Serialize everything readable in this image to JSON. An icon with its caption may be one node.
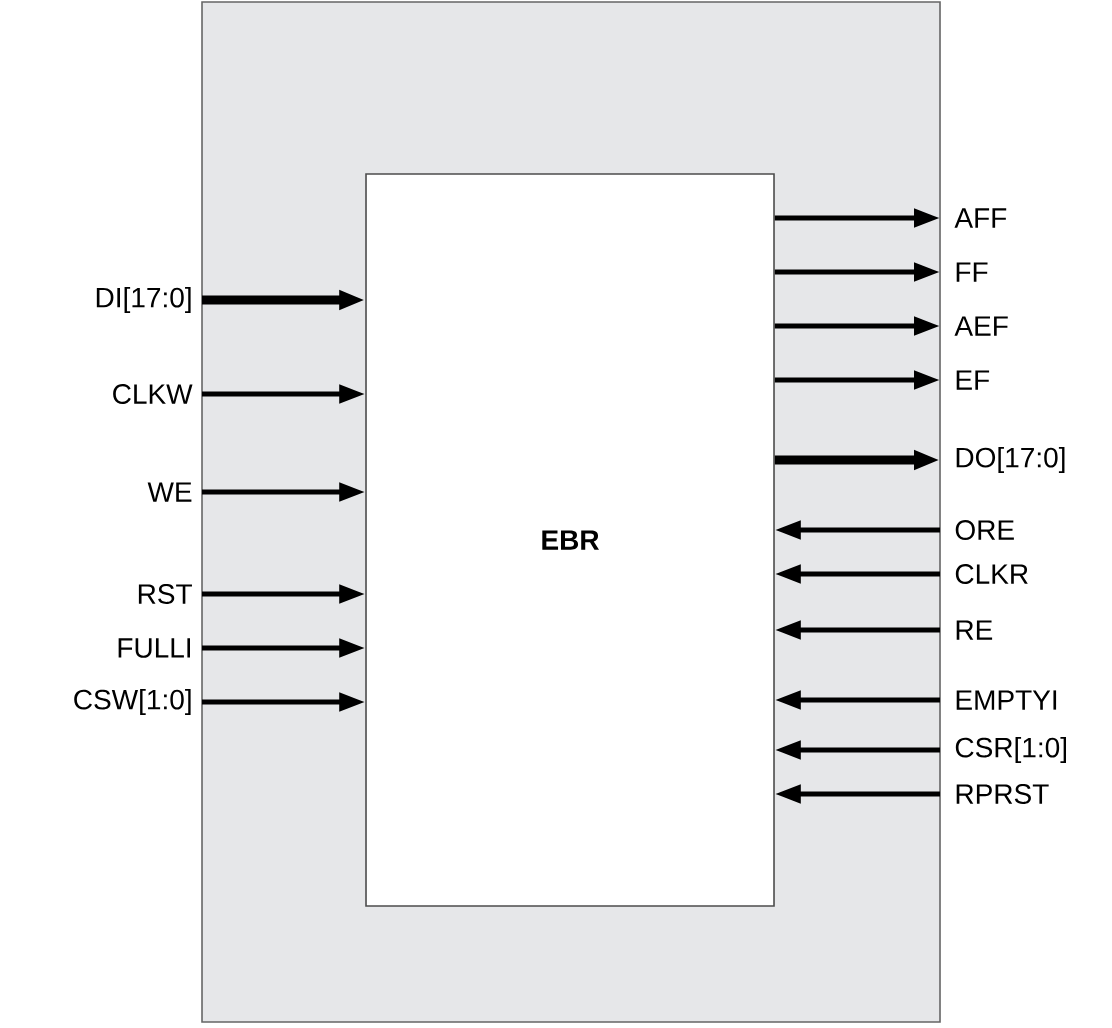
{
  "diagram": {
    "nodes": [
      {
        "text": [
          "EBR"
        ]
      },
      {
        "text": [
          "DI[17:0]"
        ]
      },
      {
        "text": [
          "CLKW"
        ]
      },
      {
        "text": [
          "WE"
        ]
      },
      {
        "text": [
          "RST"
        ]
      },
      {
        "text": [
          "FULLI"
        ]
      },
      {
        "text": [
          "CSW[1:0]"
        ]
      },
      {
        "text": [
          "AFF"
        ]
      },
      {
        "text": [
          "FF"
        ]
      },
      {
        "text": [
          "AEF"
        ]
      },
      {
        "text": [
          "EF"
        ]
      },
      {
        "text": [
          "DO[17:0]"
        ]
      },
      {
        "text": [
          "ORE"
        ]
      },
      {
        "text": [
          "CLKR"
        ]
      },
      {
        "text": [
          "RE"
        ]
      },
      {
        "text": [
          "EMPTYI"
        ]
      },
      {
        "text": [
          "CSR[1:0]"
        ]
      },
      {
        "text": [
          "RPRST"
        ]
      }
    ],
    "edges": [
      {
        "from": 1,
        "to": 0,
        "arrow": "to",
        "style": "thick"
      },
      {
        "from": 2,
        "to": 0,
        "arrow": "to"
      },
      {
        "from": 3,
        "to": 0,
        "arrow": "to"
      },
      {
        "from": 4,
        "to": 0,
        "arrow": "to"
      },
      {
        "from": 5,
        "to": 0,
        "arrow": "to"
      },
      {
        "from": 6,
        "to": 0,
        "arrow": "to"
      },
      {
        "from": 0,
        "to": 7,
        "arrow": "to"
      },
      {
        "from": 0,
        "to": 8,
        "arrow": "to"
      },
      {
        "from": 0,
        "to": 9,
        "arrow": "to"
      },
      {
        "from": 0,
        "to": 10,
        "arrow": "to"
      },
      {
        "from": 0,
        "to": 11,
        "arrow": "to",
        "style": "thick"
      },
      {
        "from": 12,
        "to": 0,
        "arrow": "to"
      },
      {
        "from": 13,
        "to": 0,
        "arrow": "to"
      },
      {
        "from": 14,
        "to": 0,
        "arrow": "to"
      },
      {
        "from": 15,
        "to": 0,
        "arrow": "to"
      },
      {
        "from": 16,
        "to": 0,
        "arrow": "to"
      },
      {
        "from": 17,
        "to": 0,
        "arrow": "to"
      }
    ]
  }
}
